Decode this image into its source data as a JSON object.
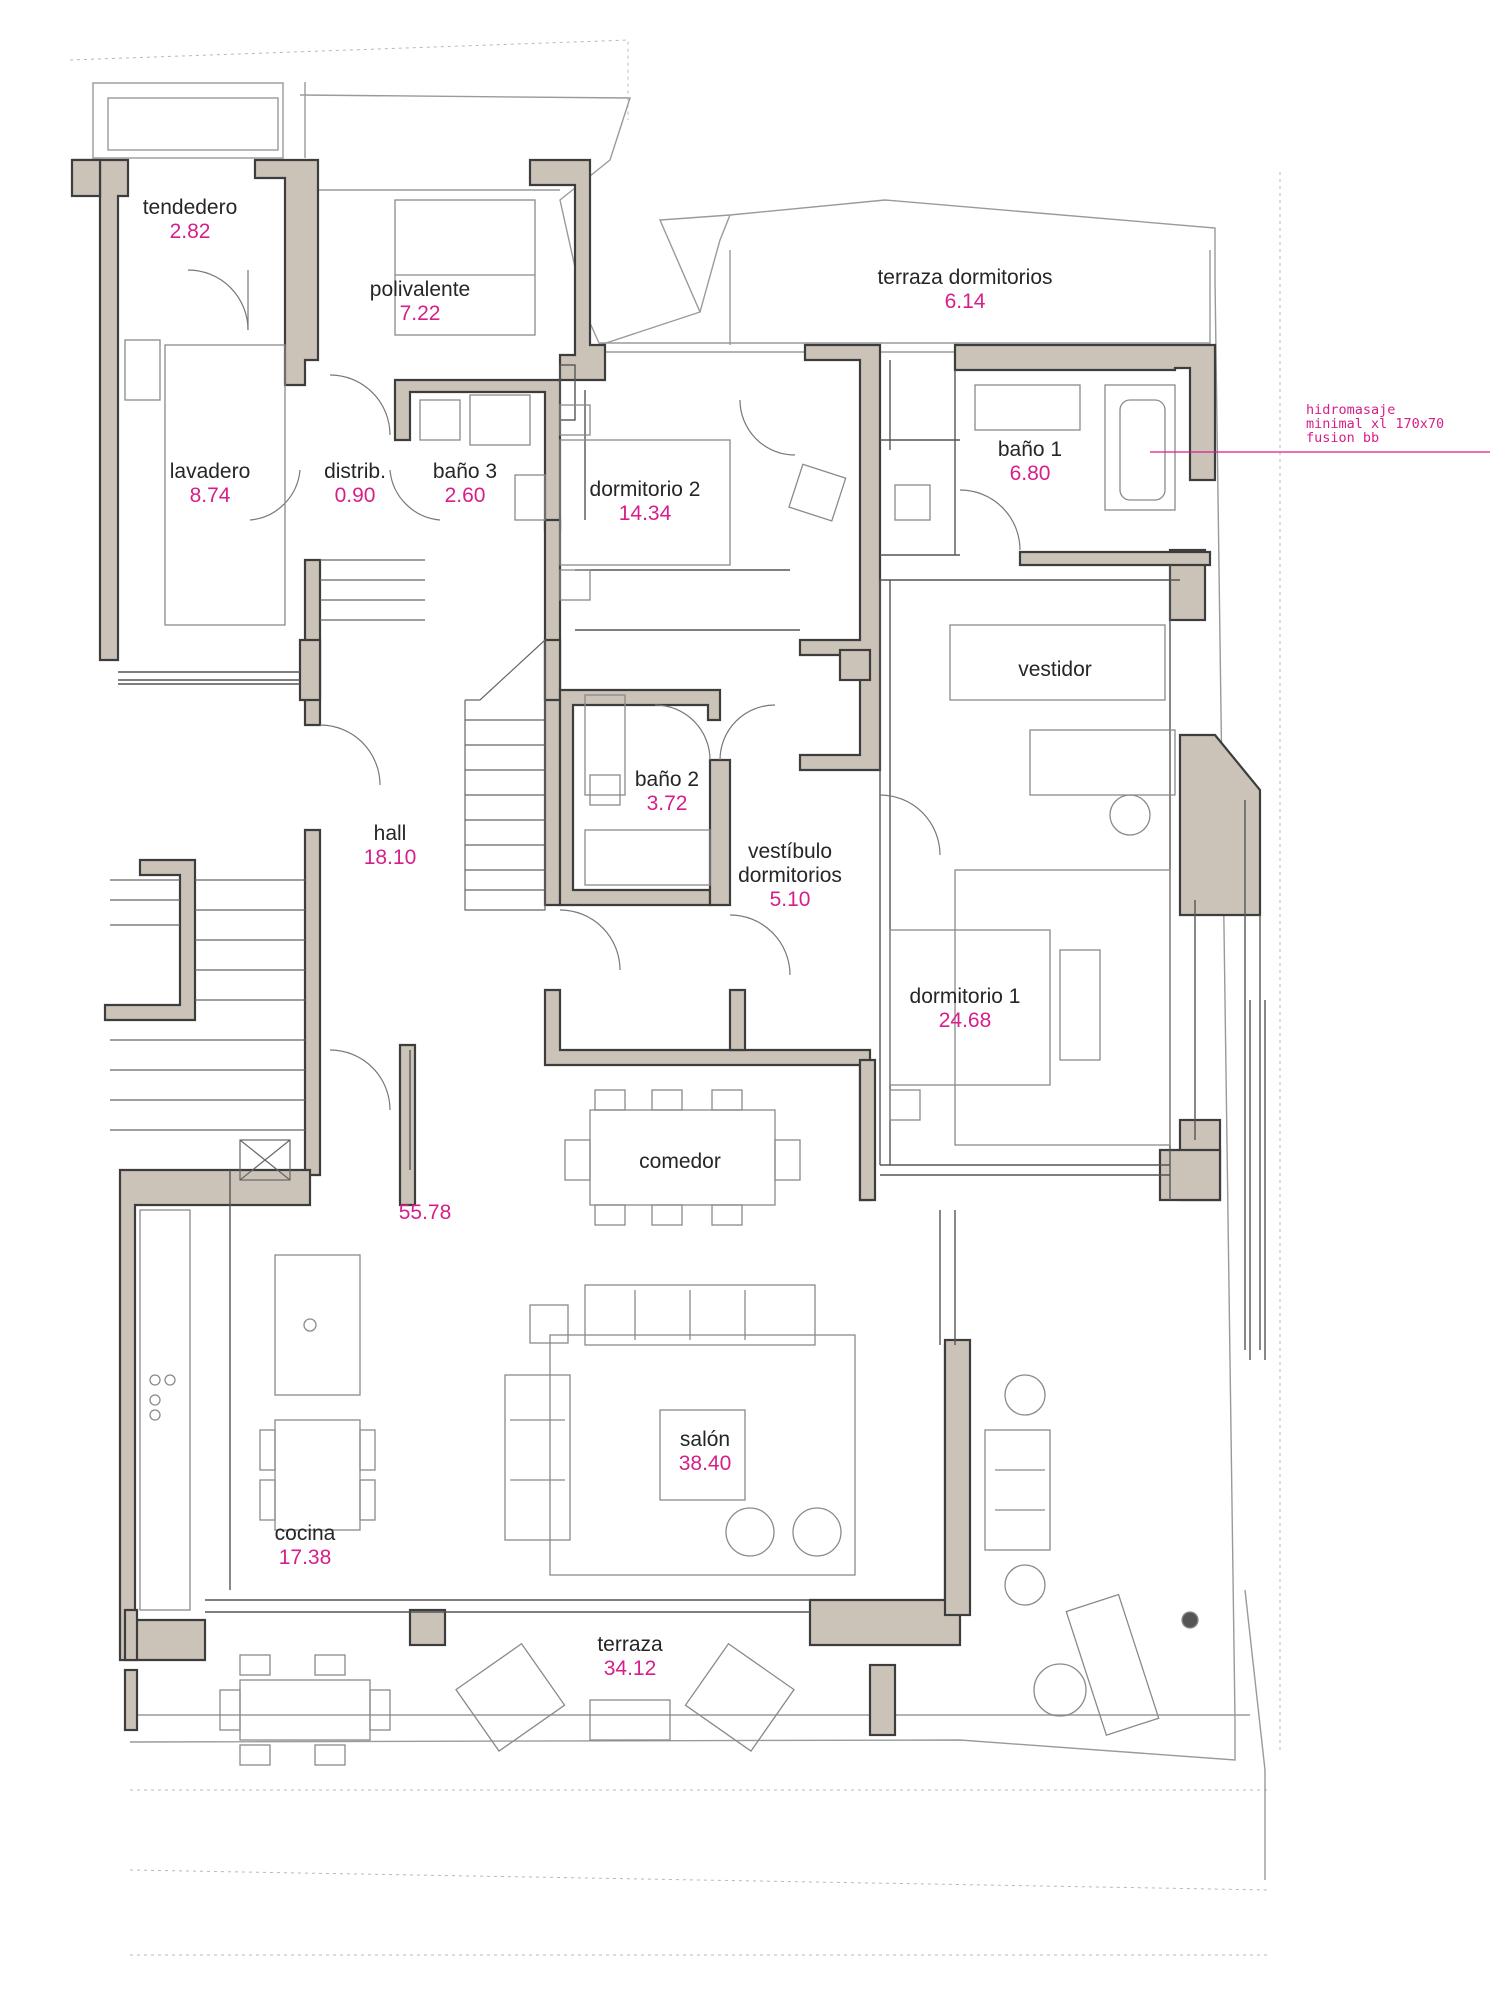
{
  "rooms": [
    {
      "id": "tendedero",
      "name": "tendedero",
      "area": "2.82"
    },
    {
      "id": "polivalente",
      "name": "polivalente",
      "area": "7.22"
    },
    {
      "id": "terraza-dormitorios",
      "name": "terraza dormitorios",
      "area": "6.14"
    },
    {
      "id": "lavadero",
      "name": "lavadero",
      "area": "8.74"
    },
    {
      "id": "distrib",
      "name": "distrib.",
      "area": "0.90"
    },
    {
      "id": "bano-3",
      "name": "baño 3",
      "area": "2.60"
    },
    {
      "id": "dormitorio-2",
      "name": "dormitorio 2",
      "area": "14.34"
    },
    {
      "id": "bano-1",
      "name": "baño 1",
      "area": "6.80"
    },
    {
      "id": "vestidor",
      "name": "vestidor",
      "area": ""
    },
    {
      "id": "bano-2",
      "name": "baño 2",
      "area": "3.72"
    },
    {
      "id": "hall",
      "name": "hall",
      "area": "18.10"
    },
    {
      "id": "vestibulo-dormitorios",
      "name": "vestíbulo dormitorios",
      "area": "5.10"
    },
    {
      "id": "dormitorio-1",
      "name": "dormitorio 1",
      "area": "24.68"
    },
    {
      "id": "comedor",
      "name": "comedor",
      "area": ""
    },
    {
      "id": "salon-comedor-total",
      "name": "",
      "area": "55.78"
    },
    {
      "id": "salon",
      "name": "salón",
      "area": "38.40"
    },
    {
      "id": "cocina",
      "name": "cocina",
      "area": "17.38"
    },
    {
      "id": "terraza",
      "name": "terraza",
      "area": "34.12"
    }
  ],
  "callout": {
    "line1": "hidromasaje",
    "line2": "minimal xl 170x70",
    "line3": "fusion bb"
  },
  "colors": {
    "wall_fill": "#cbc3b8",
    "wall_stroke": "#3d3d3d",
    "area_text": "#d61f8a",
    "label_text": "#262626",
    "callout": "#d61f8a"
  }
}
